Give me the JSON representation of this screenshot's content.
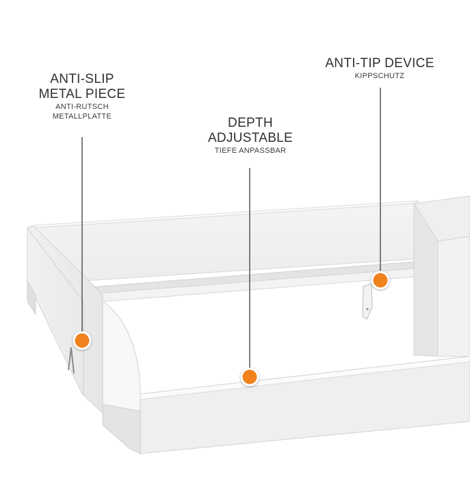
{
  "colors": {
    "accent": "#f0821e",
    "line": "#555555",
    "text": "#2f2f2f"
  },
  "callouts": [
    {
      "title_line1": "ANTI-SLIP",
      "title_line2": "METAL PIECE",
      "sub_line1": "ANTI-RUTSCH",
      "sub_line2": "METALLPLATTE"
    },
    {
      "title_line1": "DEPTH",
      "title_line2": "ADJUSTABLE",
      "sub_line1": "TIEFE ANPASSBAR"
    },
    {
      "title_line1": "ANTI-TIP DEVICE",
      "sub_line1": "KIPPSCHUTZ"
    }
  ]
}
